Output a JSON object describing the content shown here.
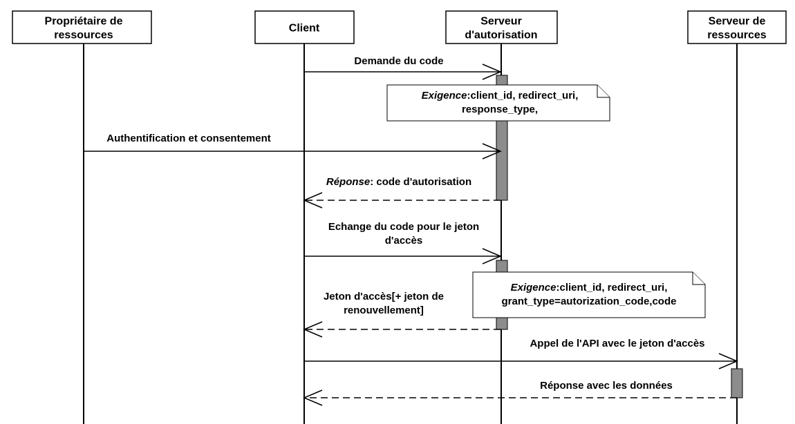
{
  "participants": [
    {
      "id": "resource-owner",
      "lines": [
        "Propriétaire de",
        "ressources"
      ]
    },
    {
      "id": "client",
      "lines": [
        "Client"
      ]
    },
    {
      "id": "auth-server",
      "lines": [
        "Serveur",
        "d'autorisation"
      ]
    },
    {
      "id": "resource-server",
      "lines": [
        "Serveur de",
        "ressources"
      ]
    }
  ],
  "messages": [
    {
      "id": "demande-code",
      "from": "client",
      "to": "auth-server",
      "style": "solid",
      "lines": [
        [
          {
            "t": "Demande du code"
          }
        ]
      ]
    },
    {
      "id": "authentification",
      "from": "resource-owner",
      "to": "auth-server",
      "style": "solid",
      "lines": [
        [
          {
            "t": "Authentification et consentement"
          }
        ]
      ]
    },
    {
      "id": "reponse-code",
      "from": "auth-server",
      "to": "client",
      "style": "dashed",
      "lines": [
        [
          {
            "t": "Réponse",
            "i": true
          },
          {
            "t": ": code d'autorisation"
          }
        ]
      ]
    },
    {
      "id": "echange-code",
      "from": "client",
      "to": "auth-server",
      "style": "solid",
      "lines": [
        [
          {
            "t": "Echange du code pour le jeton"
          }
        ],
        [
          {
            "t": "d'accès"
          }
        ]
      ]
    },
    {
      "id": "jeton-acces",
      "from": "auth-server",
      "to": "client",
      "style": "dashed",
      "lines": [
        [
          {
            "t": "Jeton d'accès[+ jeton de"
          }
        ],
        [
          {
            "t": "renouvellement]"
          }
        ]
      ]
    },
    {
      "id": "appel-api",
      "from": "client",
      "to": "resource-server",
      "style": "solid",
      "lines": [
        [
          {
            "t": "Appel de l'API avec le jeton d'accès"
          }
        ]
      ]
    },
    {
      "id": "reponse-donnees",
      "from": "resource-server",
      "to": "client",
      "style": "dashed",
      "lines": [
        [
          {
            "t": "Réponse avec les données"
          }
        ]
      ]
    }
  ],
  "notes": [
    {
      "id": "exigence-1",
      "lines": [
        [
          {
            "t": "Exigence",
            "i": true
          },
          {
            "t": ":client_id, redirect_uri,"
          }
        ],
        [
          {
            "t": "response_type,"
          }
        ]
      ]
    },
    {
      "id": "exigence-2",
      "lines": [
        [
          {
            "t": "Exigence",
            "i": true
          },
          {
            "t": ":client_id, redirect_uri,"
          }
        ],
        [
          {
            "t": "grant_type=autorization_code,code"
          }
        ]
      ]
    }
  ]
}
